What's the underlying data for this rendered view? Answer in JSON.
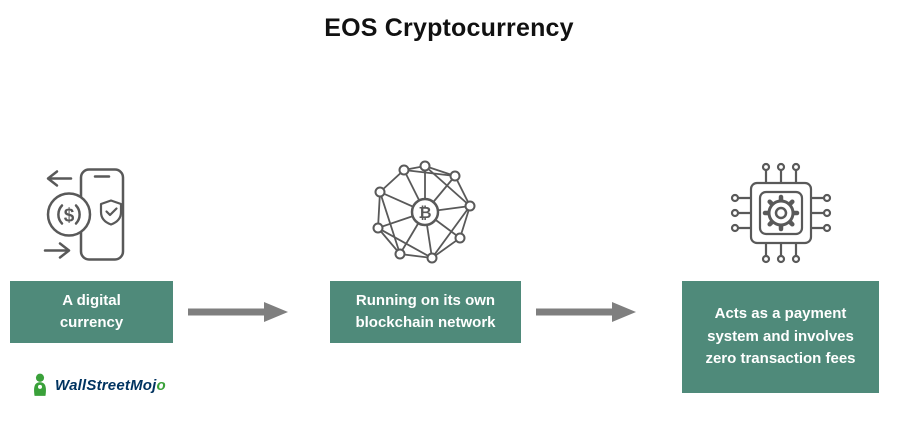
{
  "title": "EOS Cryptocurrency",
  "steps": [
    {
      "label": "A digital currency",
      "icon": "digital-currency-icon"
    },
    {
      "label": "Running on its own blockchain network",
      "icon": "blockchain-network-icon"
    },
    {
      "label": "Acts as a payment system and involves zero transaction fees",
      "icon": "payment-chip-icon"
    }
  ],
  "logo": {
    "name_prefix": "WallStreetMoj",
    "name_suffix": "o"
  },
  "icons": {
    "center_symbol": "₿",
    "coin_symbol": "$"
  },
  "colors": {
    "box_bg": "#4f8a7a",
    "box_text": "#ffffff",
    "arrow": "#7f7f7f",
    "icon_stroke": "#595959",
    "logo_text": "#003360",
    "logo_accent": "#3aa13a"
  }
}
